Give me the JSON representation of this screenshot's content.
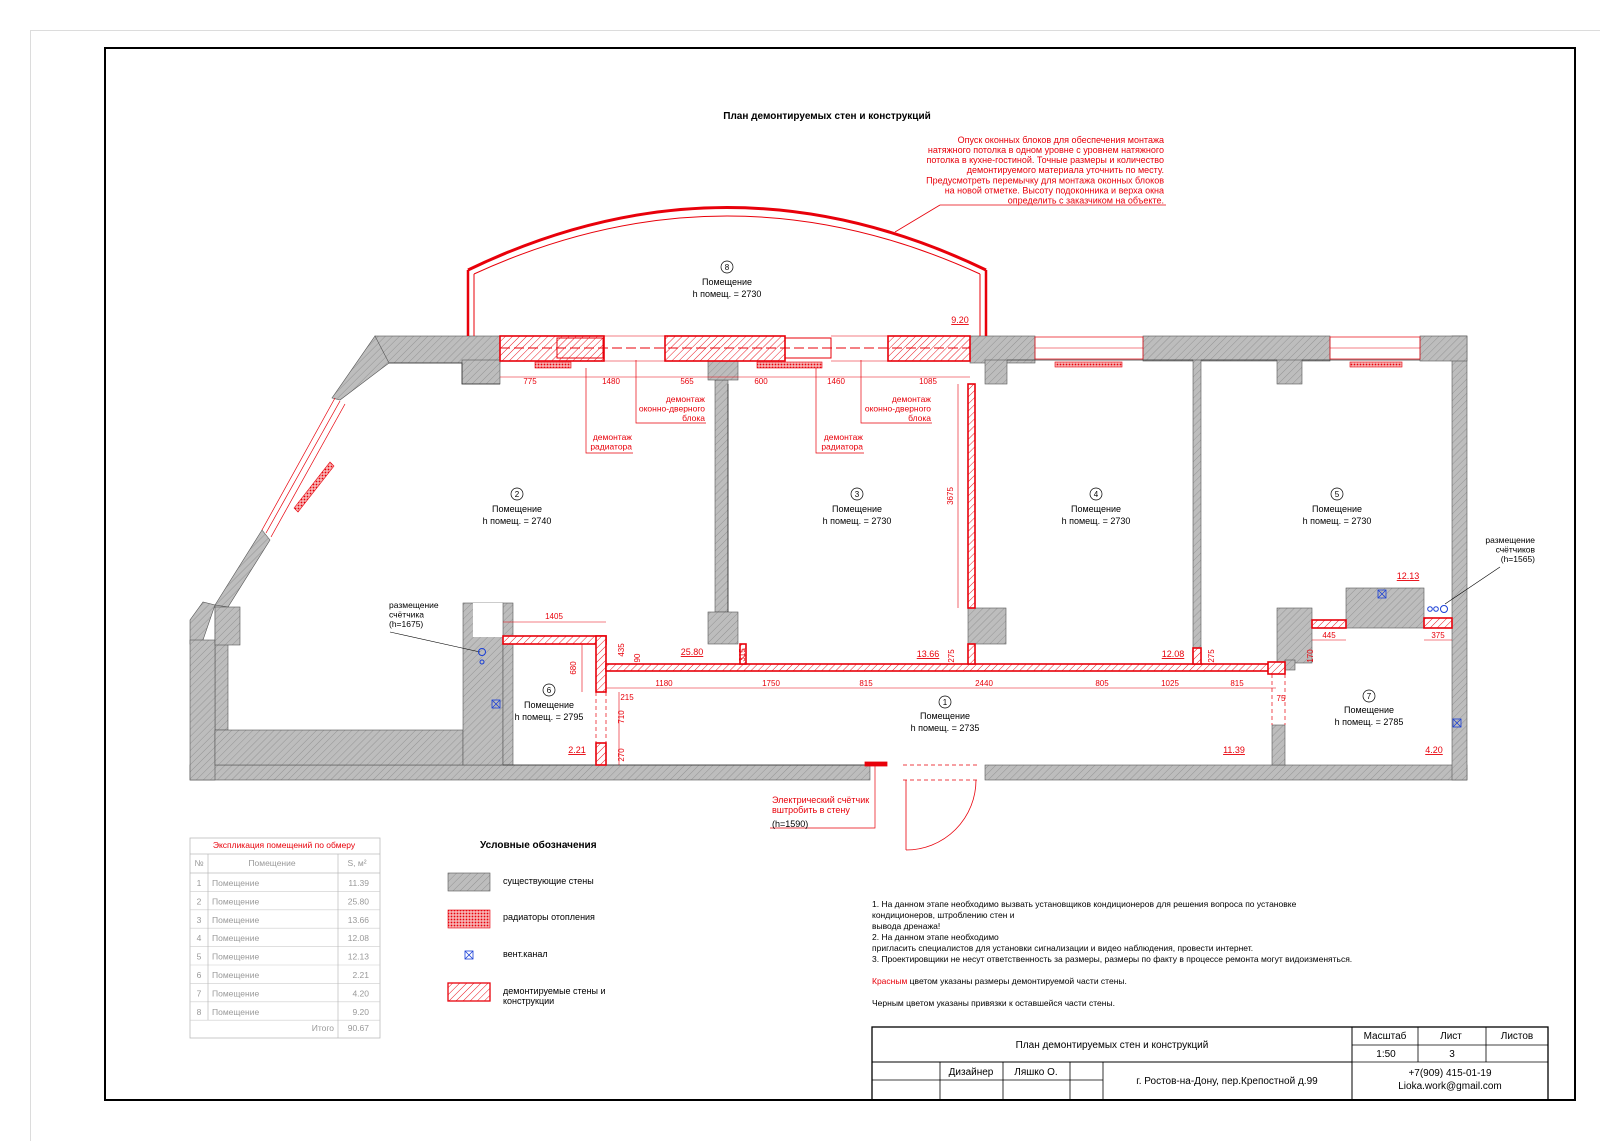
{
  "sheet": {
    "title": "План демонтируемых стен и конструкций",
    "callout_window": "Опуск оконных блоков для обеспечения монтажа|натяжного потолка в одном уровне с уровнем натяжного|потолка в кухне-гостиной. Точные размеры и количество|демонтируемого материала уточнить по месту.|Предусмотреть перемычку для монтажа оконных блоков|на новой отметке. Высоту подоконника и верха окна|определить с заказчиком на объекте.",
    "callout_meter": "Электрический счётчик|вштробить в стену",
    "callout_meter_h": "(h=1590)",
    "meters_left": "размещение|счётчика|(h=1675)",
    "meters_right": "размещение|счётчиков|(h=1565)",
    "label_demontage_block": "демонтаж|оконно-дверного|блока",
    "label_demontage_radiator": "демонтаж|радиатора",
    "rooms": [
      {
        "num": "8",
        "name": "Помещение",
        "height": "h помещ. = 2730",
        "area": "9.20"
      },
      {
        "num": "2",
        "name": "Помещение",
        "height": "h помещ. = 2740",
        "area": "25.80"
      },
      {
        "num": "3",
        "name": "Помещение",
        "height": "h помещ. = 2730",
        "area": "13.66"
      },
      {
        "num": "4",
        "name": "Помещение",
        "height": "h помещ. = 2730",
        "area": "12.08"
      },
      {
        "num": "5",
        "name": "Помещение",
        "height": "h помещ. = 2730",
        "area": "12.13"
      },
      {
        "num": "6",
        "name": "Помещение",
        "height": "h помещ. = 2795",
        "area": "2.21"
      },
      {
        "num": "1",
        "name": "Помещение",
        "height": "h помещ. = 2735",
        "area": "11.39"
      },
      {
        "num": "7",
        "name": "Помещение",
        "height": "h помещ. = 2785",
        "area": "4.20"
      }
    ],
    "dims_top": [
      "775",
      "1480",
      "565",
      "600",
      "1460",
      "1085"
    ],
    "dims_corridor": [
      "1180",
      "1750",
      "815",
      "2440",
      "805",
      "1025",
      "815"
    ],
    "dims_misc": [
      "1405",
      "680",
      "435",
      "90",
      "215",
      "710",
      "270",
      "315",
      "275",
      "275",
      "170",
      "75",
      "445",
      "375",
      "3675"
    ]
  },
  "explication": {
    "title": "Экспликация помещений по обмеру",
    "headers": [
      "№",
      "Помещение",
      "S, м²"
    ],
    "rows": [
      [
        "1",
        "Помещение",
        "11.39"
      ],
      [
        "2",
        "Помещение",
        "25.80"
      ],
      [
        "3",
        "Помещение",
        "13.66"
      ],
      [
        "4",
        "Помещение",
        "12.08"
      ],
      [
        "5",
        "Помещение",
        "12.13"
      ],
      [
        "6",
        "Помещение",
        "2.21"
      ],
      [
        "7",
        "Помещение",
        "4.20"
      ],
      [
        "8",
        "Помещение",
        "9.20"
      ]
    ],
    "total_label": "Итого",
    "total_value": "90.67"
  },
  "legend": {
    "title": "Условные обозначения",
    "items": [
      "существующие стены",
      "радиаторы отопления",
      "вент.канал",
      "демонтируемые стены и|конструкции"
    ]
  },
  "notes": {
    "n1_a": "1.       На данном этапе необходимо вызвать установщиков кондиционеров для решения вопроса по установке",
    "n1_b": "кондиционеров, штроблению стен и",
    "n1_c": "вывода дренажа!",
    "n2_a": "2.       На данном этапе необходимо",
    "n2_b": "пригласить специалистов для установки сигнализации и видео наблюдения, провести интернет.",
    "n3": "3.       Проектировщики не несут ответственность за размеры, размеры по факту в процессе ремонта могут видоизменяться.",
    "red_word": "Красным",
    "red_rest": " цветом указаны размеры демонтируемой части стены.",
    "black": "Черным цветом указаны привязки к оставшейся части стены."
  },
  "stamp": {
    "title": "План демонтируемых стен и конструкций",
    "scale_label": "Масштаб",
    "scale_value": "1:50",
    "sheet_label": "Лист",
    "sheet_value": "3",
    "sheets_label": "Листов",
    "role": "Дизайнер",
    "person": "Ляшко О.",
    "address": "г. Ростов-на-Дону, пер.Крепостной д.99",
    "phone": "+7(909) 415-01-19",
    "email": "Lioka.work@gmail.com"
  },
  "colors": {
    "red": "#e8000a",
    "wall": "#bdbdbd",
    "blue": "#1a3fd6"
  }
}
